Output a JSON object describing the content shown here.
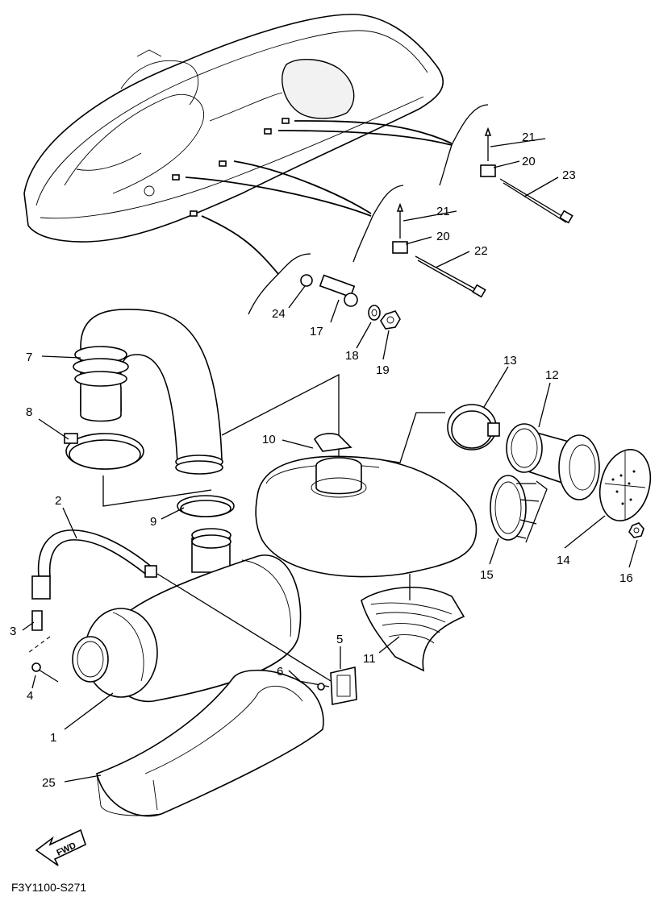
{
  "parts": {
    "p1": "1",
    "p2": "2",
    "p3": "3",
    "p4": "4",
    "p5": "5",
    "p6": "6",
    "p7": "7",
    "p8": "8",
    "p9": "9",
    "p10": "10",
    "p11": "11",
    "p12": "12",
    "p13": "13",
    "p14": "14",
    "p15": "15",
    "p16": "16",
    "p17": "17",
    "p18": "18",
    "p19": "19",
    "p20a": "20",
    "p20b": "20",
    "p21a": "21",
    "p21b": "21",
    "p22": "22",
    "p23": "23",
    "p24": "24",
    "p25": "25"
  },
  "fwd_label": "FWD",
  "diagram_code": "F3Y1100-S271"
}
